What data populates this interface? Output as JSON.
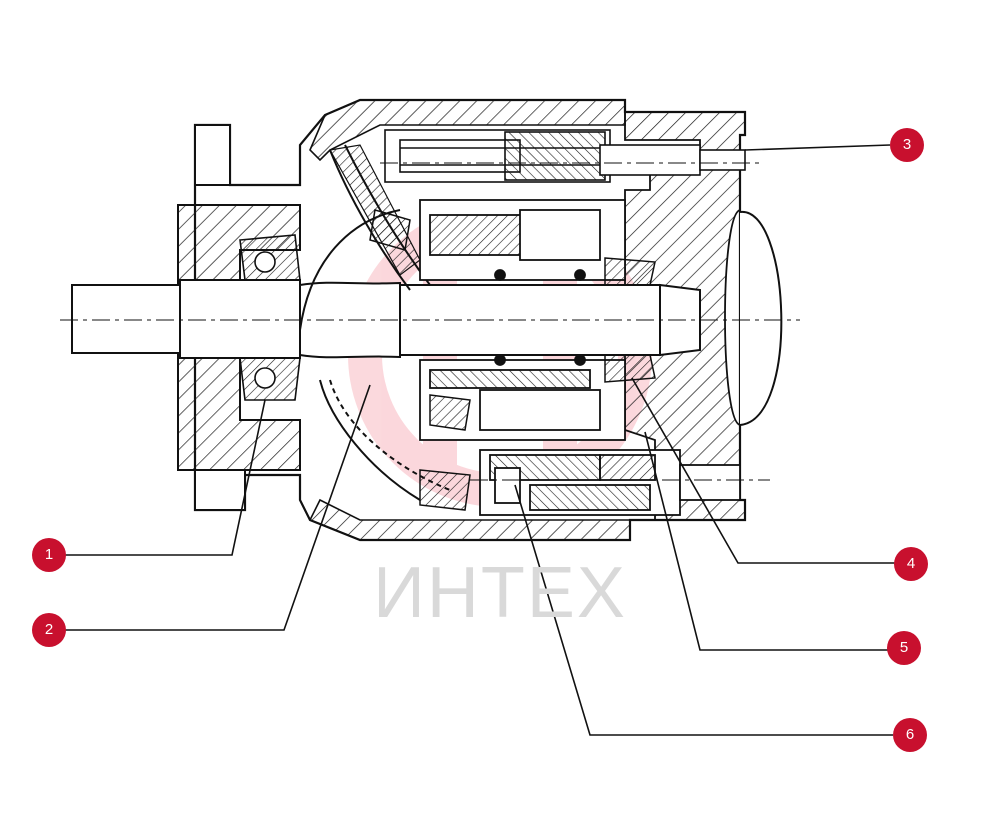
{
  "watermark": {
    "text": "ИНТЕХ",
    "color": "#e8102a"
  },
  "callouts": [
    {
      "id": "1",
      "label": "1"
    },
    {
      "id": "2",
      "label": "2"
    },
    {
      "id": "3",
      "label": "3"
    },
    {
      "id": "4",
      "label": "4"
    },
    {
      "id": "5",
      "label": "5"
    },
    {
      "id": "6",
      "label": "6"
    }
  ],
  "colors": {
    "marker": "#c8102e",
    "line": "#111111",
    "hatch": "#1a1a1a",
    "watermark_text": "#d9d9d9"
  }
}
